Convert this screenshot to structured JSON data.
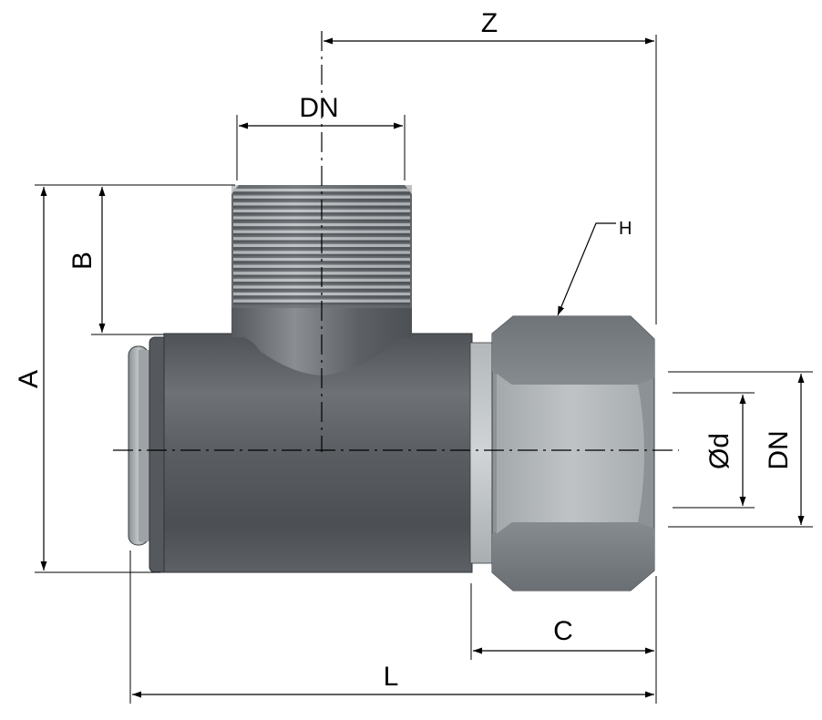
{
  "labels": {
    "Z": "Z",
    "DN_top": "DN",
    "H": "H",
    "B": "B",
    "A": "A",
    "d": "Ød",
    "DN_right": "DN",
    "C": "C",
    "L": "L"
  },
  "colors": {
    "body_dark": "#5e6266",
    "body_mid": "#74787c",
    "nut": "#8c9296",
    "nut_face": "#aeb3b6",
    "sleeve": "#c4c8cb",
    "thread_light": "#e0e3e5",
    "thread_dark": "#4a4e52"
  }
}
